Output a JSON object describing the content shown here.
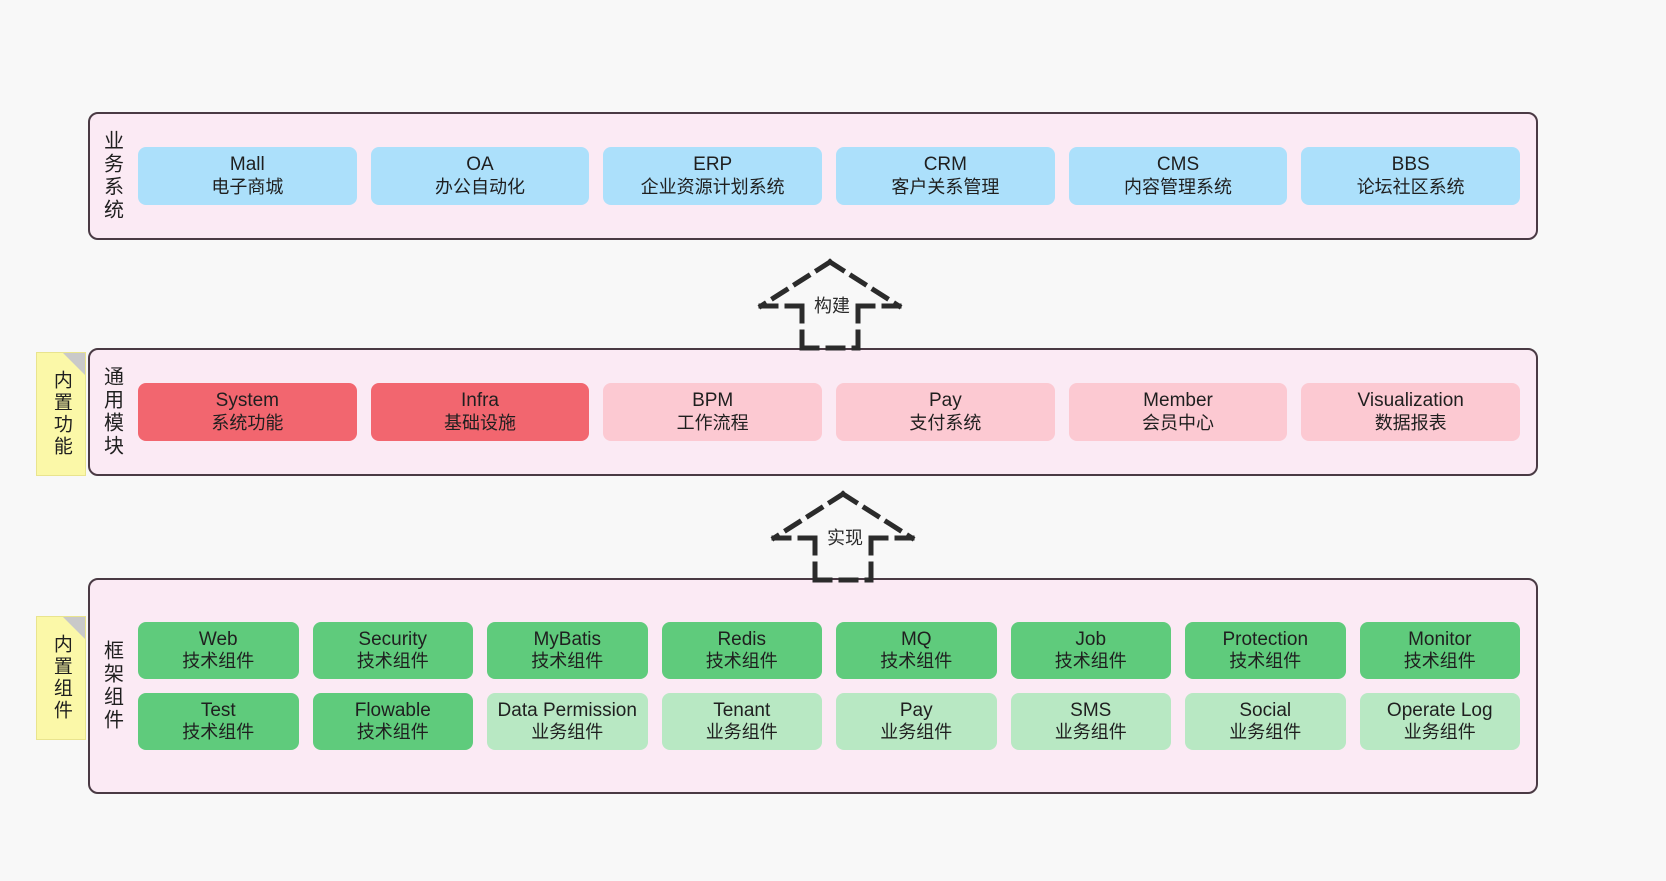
{
  "layers": [
    {
      "id": "business",
      "title": "业务系统",
      "rows": [
        {
          "nodes": [
            {
              "name": "mall",
              "t1": "Mall",
              "t2": "电子商城",
              "color": "c-blue"
            },
            {
              "name": "oa",
              "t1": "OA",
              "t2": "办公自动化",
              "color": "c-blue"
            },
            {
              "name": "erp",
              "t1": "ERP",
              "t2": "企业资源计划系统",
              "color": "c-blue"
            },
            {
              "name": "crm",
              "t1": "CRM",
              "t2": "客户关系管理",
              "color": "c-blue"
            },
            {
              "name": "cms",
              "t1": "CMS",
              "t2": "内容管理系统",
              "color": "c-blue"
            },
            {
              "name": "bbs",
              "t1": "BBS",
              "t2": "论坛社区系统",
              "color": "c-blue"
            }
          ]
        }
      ]
    },
    {
      "id": "common",
      "title": "通用模块",
      "note": "内置功能",
      "rows": [
        {
          "nodes": [
            {
              "name": "system",
              "t1": "System",
              "t2": "系统功能",
              "color": "c-red"
            },
            {
              "name": "infra",
              "t1": "Infra",
              "t2": "基础设施",
              "color": "c-red"
            },
            {
              "name": "bpm",
              "t1": "BPM",
              "t2": "工作流程",
              "color": "c-pink"
            },
            {
              "name": "pay",
              "t1": "Pay",
              "t2": "支付系统",
              "color": "c-pink"
            },
            {
              "name": "member",
              "t1": "Member",
              "t2": "会员中心",
              "color": "c-pink"
            },
            {
              "name": "visualization",
              "t1": "Visualization",
              "t2": "数据报表",
              "color": "c-pink"
            }
          ]
        }
      ]
    },
    {
      "id": "framework",
      "title": "框架组件",
      "note": "内置组件",
      "rows": [
        {
          "nodes": [
            {
              "name": "web",
              "t1": "Web",
              "t2": "技术组件",
              "color": "c-green"
            },
            {
              "name": "security",
              "t1": "Security",
              "t2": "技术组件",
              "color": "c-green"
            },
            {
              "name": "mybatis",
              "t1": "MyBatis",
              "t2": "技术组件",
              "color": "c-green"
            },
            {
              "name": "redis",
              "t1": "Redis",
              "t2": "技术组件",
              "color": "c-green"
            },
            {
              "name": "mq",
              "t1": "MQ",
              "t2": "技术组件",
              "color": "c-green"
            },
            {
              "name": "job",
              "t1": "Job",
              "t2": "技术组件",
              "color": "c-green"
            },
            {
              "name": "protection",
              "t1": "Protection",
              "t2": "技术组件",
              "color": "c-green"
            },
            {
              "name": "monitor",
              "t1": "Monitor",
              "t2": "技术组件",
              "color": "c-green"
            }
          ]
        },
        {
          "nodes": [
            {
              "name": "test",
              "t1": "Test",
              "t2": "技术组件",
              "color": "c-green"
            },
            {
              "name": "flowable",
              "t1": "Flowable",
              "t2": "技术组件",
              "color": "c-green"
            },
            {
              "name": "data-permission",
              "t1": "Data Permission",
              "t2": "业务组件",
              "color": "c-greenlight"
            },
            {
              "name": "tenant",
              "t1": "Tenant",
              "t2": "业务组件",
              "color": "c-greenlight"
            },
            {
              "name": "pay-biz",
              "t1": "Pay",
              "t2": "业务组件",
              "color": "c-greenlight"
            },
            {
              "name": "sms",
              "t1": "SMS",
              "t2": "业务组件",
              "color": "c-greenlight"
            },
            {
              "name": "social",
              "t1": "Social",
              "t2": "业务组件",
              "color": "c-greenlight"
            },
            {
              "name": "operate-log",
              "t1": "Operate Log",
              "t2": "业务组件",
              "color": "c-greenlight"
            }
          ]
        }
      ]
    }
  ],
  "arrows": [
    {
      "id": "build",
      "label": "构建"
    },
    {
      "id": "implement",
      "label": "实现"
    }
  ],
  "colors": {
    "band_background": "#fbeaf4",
    "band_border": "#4a3a44",
    "blue": "#ace0fb",
    "red": "#f2666f",
    "pink": "#fcc9d2",
    "green": "#5fcb7c",
    "green_light": "#b8e8c3",
    "note_yellow": "#fbf8a8",
    "canvas": "#f8f8f8"
  }
}
